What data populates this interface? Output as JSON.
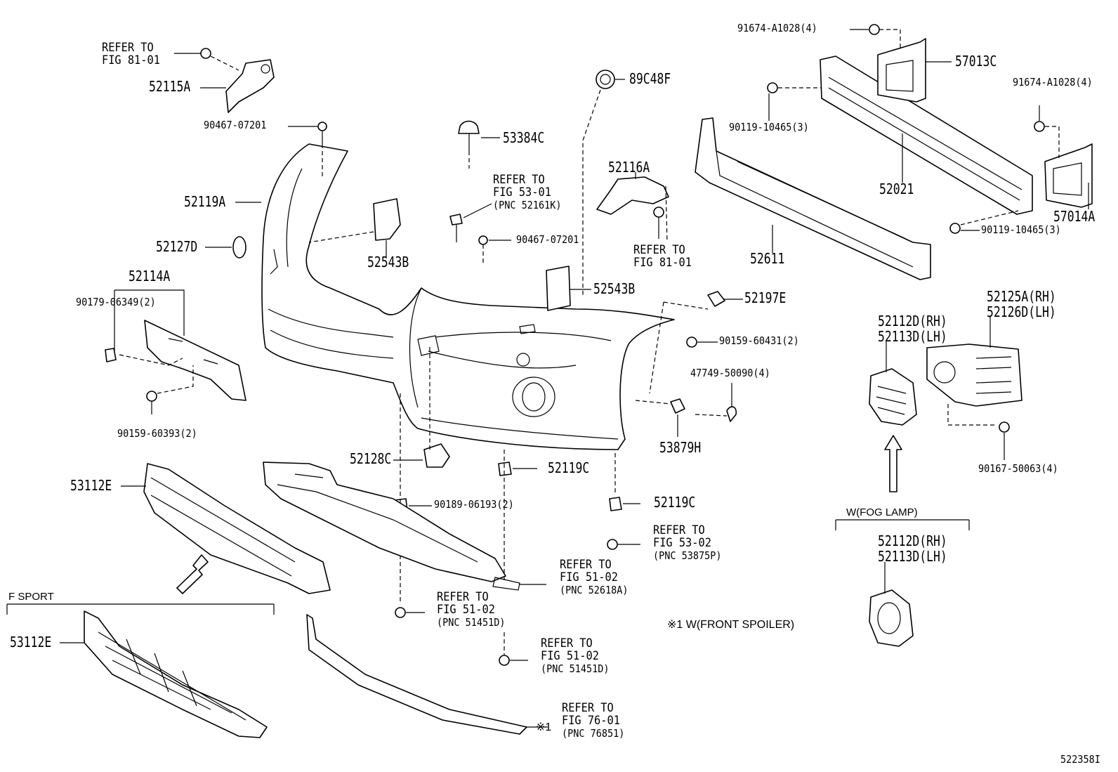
{
  "diagram_id": "522358I",
  "notes": {
    "front_spoiler": "※1 W(FRONT SPOILER)",
    "fog_lamp": "W(FOG LAMP)",
    "f_sport": "F SPORT",
    "marker_1": "※1"
  },
  "parts": {
    "p52115A": "52115A",
    "p90467_07201_a": "90467-07201",
    "p90467_07201_b": "90467-07201",
    "p52119A": "52119A",
    "p52127D": "52127D",
    "p52114A": "52114A",
    "p90179_06349": "90179-06349(2)",
    "p90159_60393": "90159-60393(2)",
    "p53384C": "53384C",
    "p52543B_a": "52543B",
    "p52543B_b": "52543B",
    "p89C48F": "89C48F",
    "p52116A": "52116A",
    "p91674_A1028_a": "91674-A1028(4)",
    "p91674_A1028_b": "91674-A1028(4)",
    "p57013C": "57013C",
    "p57014A": "57014A",
    "p90119_10465_a": "90119-10465(3)",
    "p90119_10465_b": "90119-10465(3)",
    "p52021": "52021",
    "p52611": "52611",
    "p52197E": "52197E",
    "p90159_60431": "90159-60431(2)",
    "p47749_50090": "47749-50090(4)",
    "p53879H": "53879H",
    "p52128C": "52128C",
    "p52119C_a": "52119C",
    "p52119C_b": "52119C",
    "p53112E_a": "53112E",
    "p53112E_b": "53112E",
    "p90189_06193": "90189-06193(2)",
    "p52112D_a": "52112D(RH)",
    "p52113D_a": "52113D(LH)",
    "p52112D_b": "52112D(RH)",
    "p52113D_b": "52113D(LH)",
    "p52125A": "52125A(RH)",
    "p52126D": "52126D(LH)",
    "p90167_50063": "90167-50063(4)"
  },
  "refs": {
    "r1": {
      "l1": "REFER TO",
      "l2": "FIG 81-01"
    },
    "r2": {
      "l1": "REFER TO",
      "l2": "FIG 53-01",
      "l3": "(PNC 52161K)"
    },
    "r3": {
      "l1": "REFER TO",
      "l2": "FIG 81-01"
    },
    "r4": {
      "l1": "REFER TO",
      "l2": "FIG 53-02",
      "l3": "(PNC 53875P)"
    },
    "r5": {
      "l1": "REFER TO",
      "l2": "FIG 51-02",
      "l3": "(PNC 52618A)"
    },
    "r6": {
      "l1": "REFER TO",
      "l2": "FIG 51-02",
      "l3": "(PNC 51451D)"
    },
    "r7": {
      "l1": "REFER TO",
      "l2": "FIG 51-02",
      "l3": "(PNC 51451D)"
    },
    "r8": {
      "l1": "REFER TO",
      "l2": "FIG 76-01",
      "l3": "(PNC 76851)"
    }
  }
}
